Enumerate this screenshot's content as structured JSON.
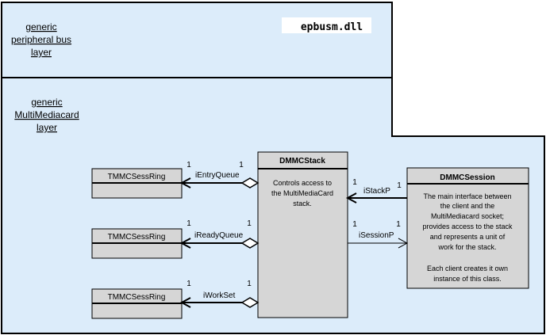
{
  "layers": {
    "top": {
      "lines": [
        "generic",
        "peripheral bus",
        "layer"
      ]
    },
    "bottom": {
      "lines": [
        "generic",
        "MultiMediacard",
        "layer"
      ]
    }
  },
  "dll_label": "epbusm.dll",
  "classes": {
    "ring1": {
      "title": "TMMCSessRing"
    },
    "ring2": {
      "title": "TMMCSessRing"
    },
    "ring3": {
      "title": "TMMCSessRing"
    },
    "stack": {
      "title": "DMMCStack",
      "body": [
        "Controls access to",
        "the MultiMediaCard",
        "stack."
      ]
    },
    "session": {
      "title": "DMMCSession",
      "body": [
        "The main interface between",
        "the client and the",
        "MultiMediacard socket;",
        "provides access to the stack",
        "and represents a unit of",
        "work for the stack.",
        "",
        "Each client creates it own",
        "instance of this class."
      ]
    }
  },
  "associations": {
    "entry": {
      "role": "iEntryQueue",
      "mult_left": "1",
      "mult_right": "1"
    },
    "ready": {
      "role": "iReadyQueue",
      "mult_left": "1",
      "mult_right": "1"
    },
    "work": {
      "role": "iWorkSet",
      "mult_left": "1",
      "mult_right": "1"
    },
    "stackp": {
      "role": "iStackP",
      "mult_left": "1",
      "mult_right": "1"
    },
    "sessionp": {
      "role": "iSessionP",
      "mult_left": "1",
      "mult_right": "1"
    }
  }
}
